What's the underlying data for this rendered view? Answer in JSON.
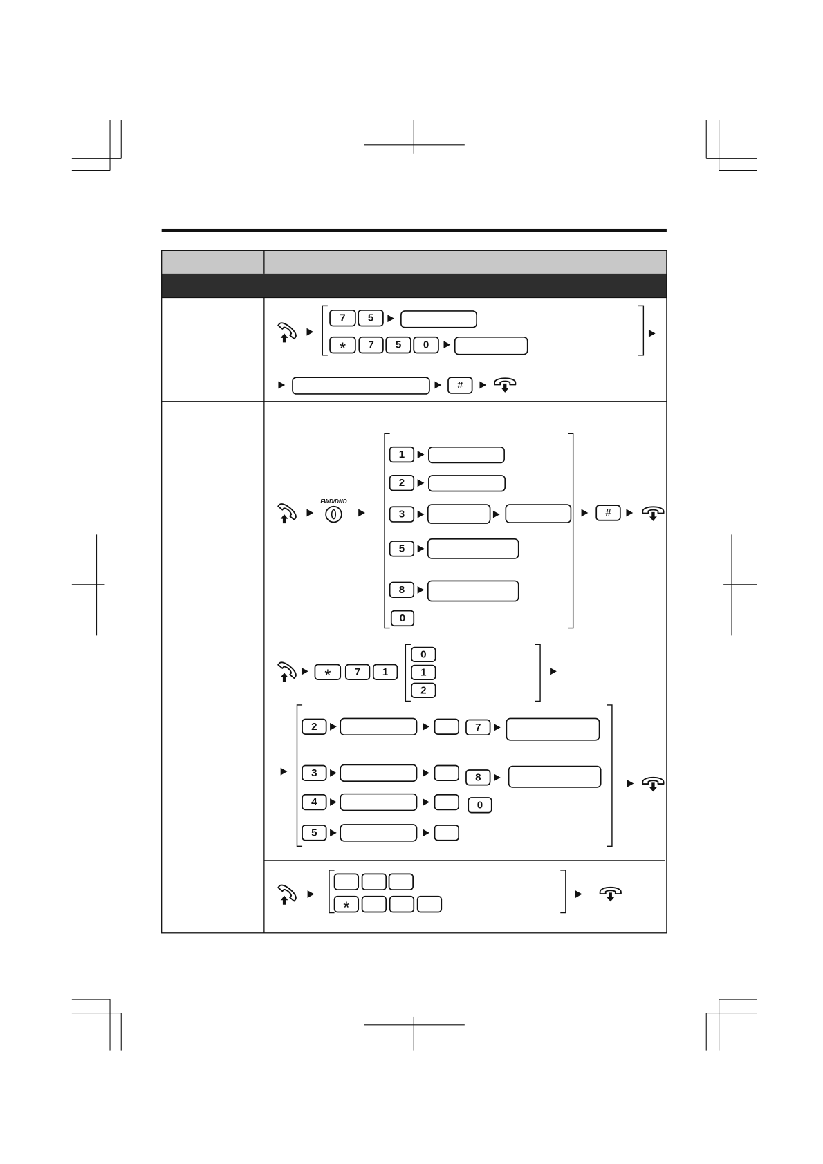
{
  "document": {
    "header_fill": "#c8c8c8",
    "section_bar_fill": "#2e2e2e",
    "rule_color": "#111111"
  },
  "icons": {
    "off_hook": "off-hook-icon",
    "on_hook": "on-hook-icon",
    "fwd_dnd_button": "fwd-dnd-button-icon",
    "arrow": "arrow-right-icon"
  },
  "row1": {
    "option_a_keys": [
      "7",
      "5"
    ],
    "option_b_keys": [
      "*",
      "7",
      "5",
      "0"
    ],
    "confirm_key": "#"
  },
  "row2": {
    "button_label": "FWD/DND",
    "fwd_dnd_options": [
      "1",
      "2",
      "3",
      "5",
      "8",
      "0"
    ],
    "confirm_key": "#",
    "feature_keys": [
      "*",
      "7",
      "1"
    ],
    "feature_options": [
      "0",
      "1",
      "2"
    ],
    "mode_keys": [
      "2",
      "3",
      "4",
      "5"
    ],
    "mode_follow_keys": [
      "7",
      "8",
      "0"
    ]
  },
  "row3": {
    "feature_key": "*"
  }
}
